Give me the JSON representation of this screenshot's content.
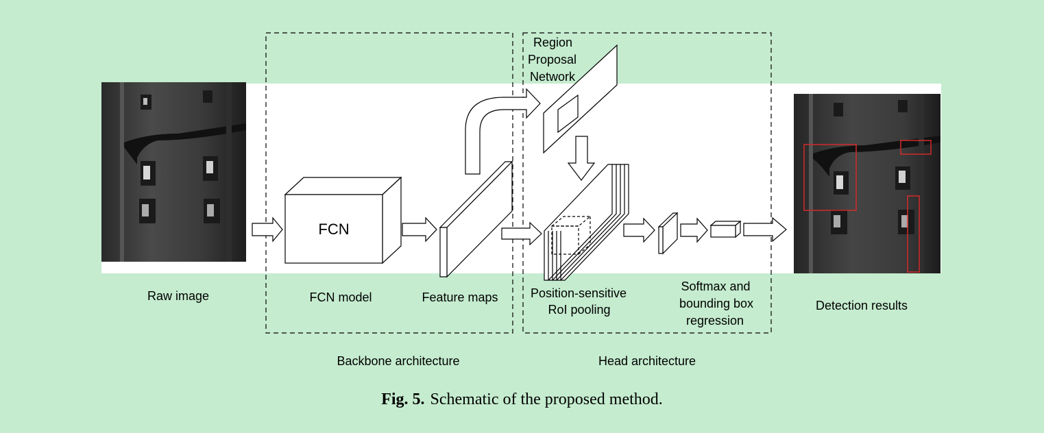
{
  "diagram": {
    "labels": {
      "raw_image": "Raw image",
      "fcn_box": "FCN",
      "fcn_model": "FCN model",
      "feature_maps": "Feature maps",
      "rpn_line1": "Region",
      "rpn_line2": "Proposal",
      "rpn_line3": "Network",
      "ps_line1": "Position-sensitive",
      "ps_line2": "RoI pooling",
      "sm_line1": "Softmax and",
      "sm_line2": "bounding box",
      "sm_line3": "regression",
      "detection_results": "Detection results",
      "backbone": "Backbone architecture",
      "head": "Head architecture"
    },
    "colors": {
      "background": "#c5eccf",
      "band": "#ffffff",
      "detection_box": "#d42a2a"
    }
  },
  "caption": {
    "label": "Fig. 5.",
    "text": "Schematic of the proposed method."
  }
}
